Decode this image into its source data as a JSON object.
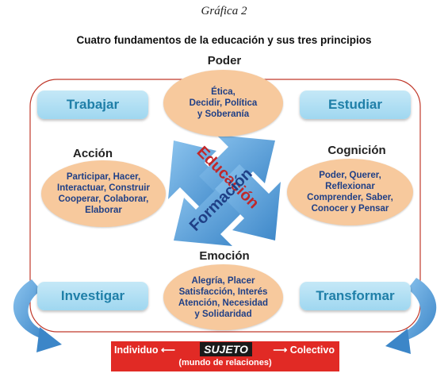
{
  "caption": "Gráfica 2",
  "title": "Cuatro fundamentos de la educación y sus tres principios",
  "headings": {
    "poder": "Poder",
    "accion": "Acción",
    "cognicion": "Cognición",
    "emocion": "Emoción"
  },
  "ovals": {
    "top": "Ética,\nDecidir, Política\ny Soberanía",
    "left": "Participar, Hacer,\nInteractuar, Construir\nCooperar, Colaborar,\nElaborar",
    "right": "Poder, Querer,\nReflexionar\nComprender, Saber,\nConocer y Pensar",
    "bottom": "Alegría, Placer\nSatisfacción, Interés\nAtención, Necesidad\ny Solidaridad"
  },
  "boxes": {
    "top_left": "Trabajar",
    "top_right": "Estudiar",
    "bottom_left": "Investigar",
    "bottom_right": "Transformar"
  },
  "center": {
    "word1": "Educación",
    "word2": "Formación"
  },
  "bar": {
    "left": "Individuo",
    "center": "SUJETO",
    "right": "Colectivo",
    "sub": "(mundo de relaciones)"
  },
  "colors": {
    "oval_fill": "#f7c99d",
    "oval_text": "#1f3f86",
    "box_fill": "#b3e0f5",
    "box_text": "#1f7fa8",
    "frame_line": "#c0392b",
    "arrow_blue": "#5aa0d8",
    "word_red": "#c0282a",
    "word_navy": "#1f3f86",
    "bar_red": "#e12a25"
  }
}
